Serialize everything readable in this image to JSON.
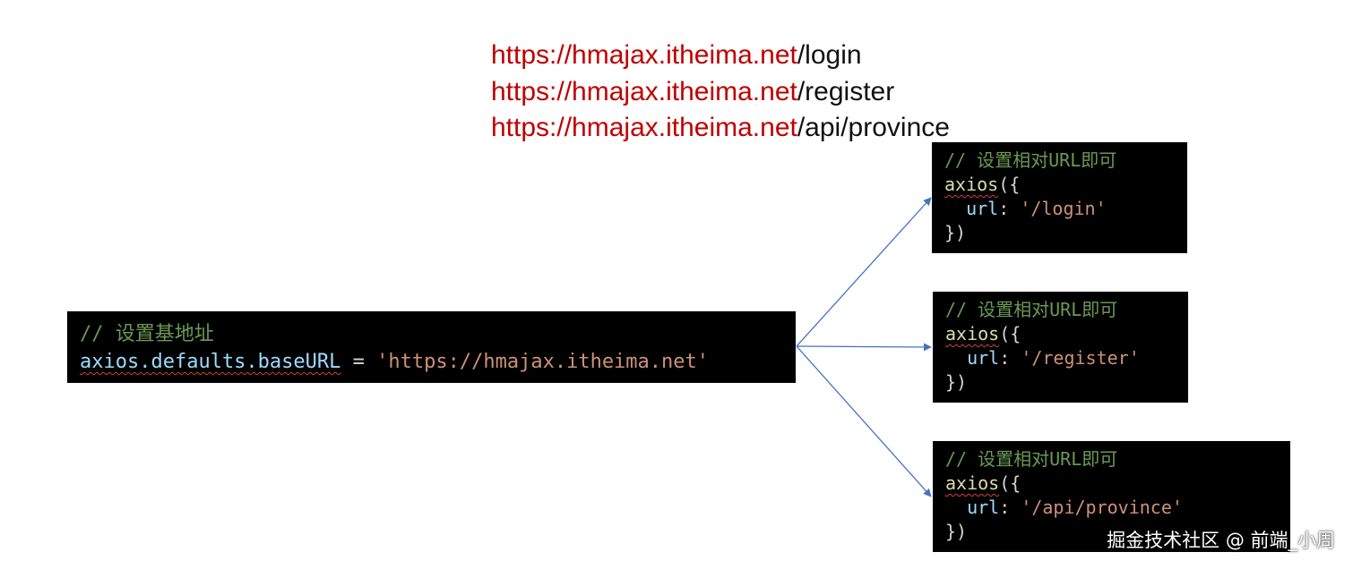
{
  "urls": [
    {
      "host": "https://hmajax.itheima.net",
      "path": "/login"
    },
    {
      "host": "https://hmajax.itheima.net",
      "path": "/register"
    },
    {
      "host": "https://hmajax.itheima.net",
      "path": "/api/province"
    }
  ],
  "main_code": {
    "comment": "// 设置基地址",
    "identifier": "axios.defaults.baseURL",
    "operator": " = ",
    "value": "'https://hmajax.itheima.net'"
  },
  "request_blocks": [
    {
      "comment": "// 设置相对URL即可",
      "fn": "axios",
      "open": "({",
      "key": "url",
      "colon": ": ",
      "value": "'/login'",
      "close": "})"
    },
    {
      "comment": "// 设置相对URL即可",
      "fn": "axios",
      "open": "({",
      "key": "url",
      "colon": ": ",
      "value": "'/register'",
      "close": "})"
    },
    {
      "comment": "// 设置相对URL即可",
      "fn": "axios",
      "open": "({",
      "key": "url",
      "colon": ": ",
      "value": "'/api/province'",
      "close": "})"
    }
  ],
  "watermark": "掘金技术社区 @ 前端_小周",
  "colors": {
    "url_host": "#c00000",
    "comment": "#6a9955",
    "string": "#ce9178",
    "identifier": "#9cdcfe",
    "arrow": "#4472c4",
    "code_bg": "#000000"
  }
}
